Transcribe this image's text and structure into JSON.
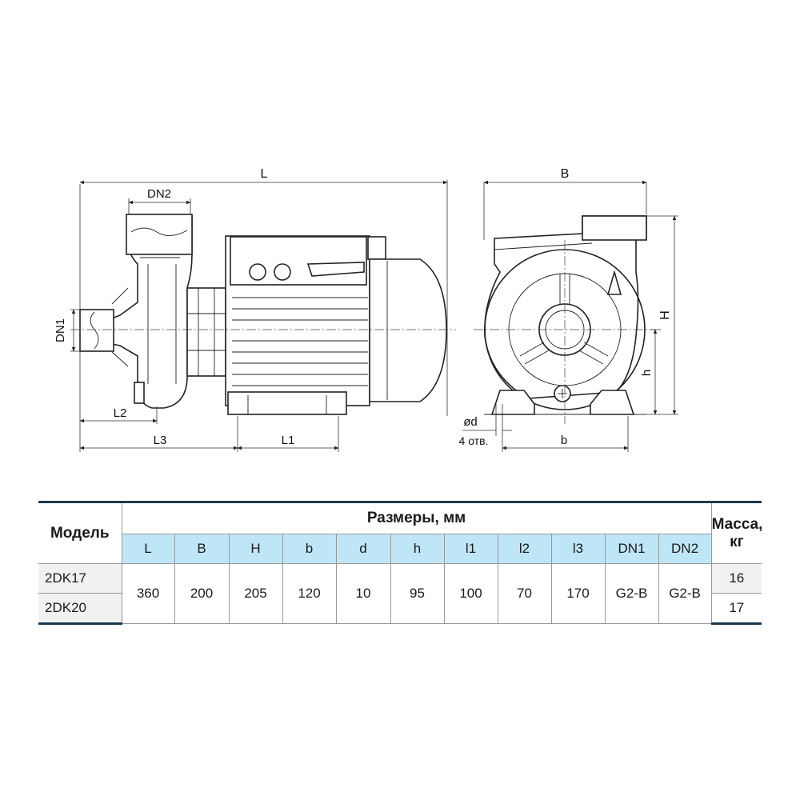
{
  "drawing": {
    "labels": {
      "L": "L",
      "DN2": "DN2",
      "DN1": "DN1",
      "L1": "L1",
      "L2": "L2",
      "L3": "L3",
      "B": "B",
      "H": "H",
      "h": "h",
      "b": "b",
      "d": "ød",
      "holes": "4 отв."
    }
  },
  "table": {
    "model_header": "Модель",
    "dims_header": "Размеры, мм",
    "mass_header_line1": "Масса,",
    "mass_header_line2": "кг",
    "columns": [
      "L",
      "B",
      "H",
      "b",
      "d",
      "h",
      "l1",
      "l2",
      "l3",
      "DN1",
      "DN2"
    ],
    "shared_values": [
      "360",
      "200",
      "205",
      "120",
      "10",
      "95",
      "100",
      "70",
      "170",
      "G2-B",
      "G2-B"
    ],
    "rows": [
      {
        "model": "2DK17",
        "mass": "16"
      },
      {
        "model": "2DK20",
        "mass": "17"
      }
    ]
  }
}
